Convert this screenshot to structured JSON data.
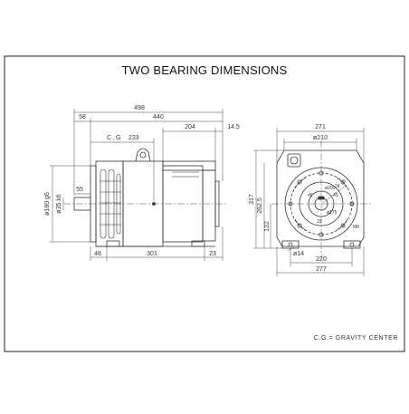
{
  "title": "TWO BEARING DIMENSIONS",
  "footnote": "C.G.= GRAVITY  CENTER",
  "side_view": {
    "overall_length": "498",
    "flange_offset": "58",
    "body_length": "440",
    "rear_segment": "204",
    "rear_extension": "14.5",
    "cg_label": "C.G",
    "cg_value": "233",
    "shaft_extension": "55",
    "flange_spigot_dia": "ø180 g6",
    "shaft_dia": "ø35 k6",
    "foot_front": "48",
    "foot_span": "301",
    "foot_rear": "23"
  },
  "end_view": {
    "overall_width": "271",
    "top_dia": "ø210",
    "height_total": "317",
    "height_mid": "262.5",
    "height_shaft": "132",
    "mount_hole_dia": "ø14",
    "foot_bolt_span": "220",
    "foot_overall": "277",
    "pcd_large": "ø200",
    "pcd_small": "ø175",
    "bolt_label": "M8",
    "angle_a": "24",
    "angle_b": "45",
    "angle_c": "45",
    "angle_d": "15"
  }
}
